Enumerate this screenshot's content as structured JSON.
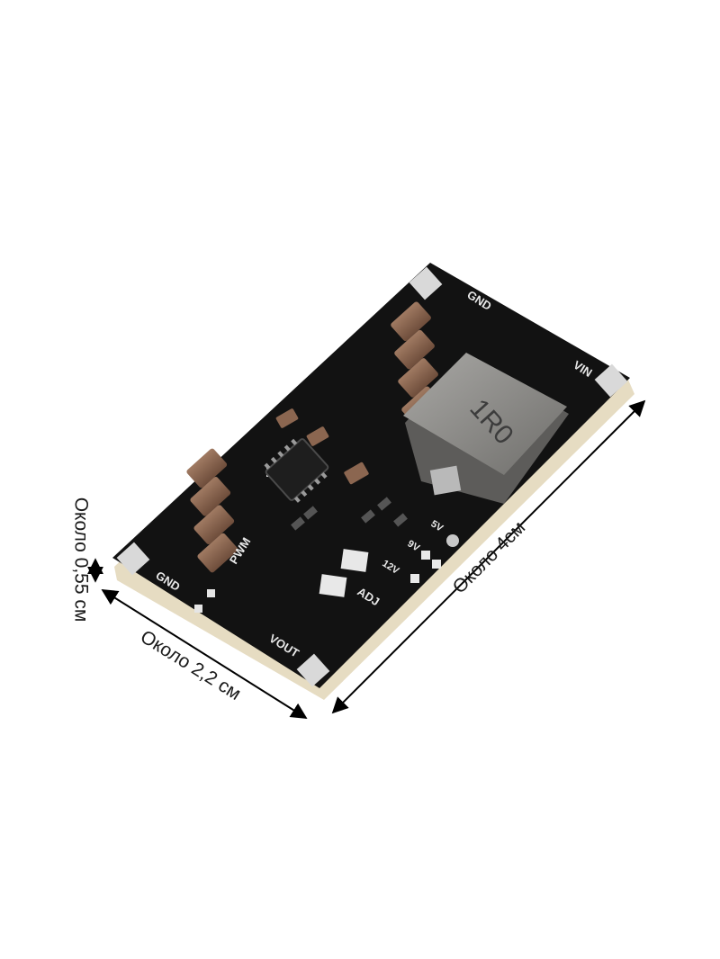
{
  "dimensions": {
    "length": "Около   4см",
    "width": "Около 2,2 см",
    "thickness": "Около 0,55 см"
  },
  "board": {
    "pads": {
      "gnd_top": "GND",
      "vin": "VIN",
      "gnd_bottom": "GND",
      "vout": "VOUT",
      "pwm": "PWM",
      "adj": "ADJ"
    },
    "voltages": [
      "5V",
      "9V",
      "12V"
    ],
    "inductor_marking": "1R0"
  },
  "colors": {
    "pcb": "#121212",
    "pcb_edge": "#e6dcc2",
    "capacitor": "#8b6650",
    "inductor": "#8c8b89",
    "arrow": "#000000"
  }
}
